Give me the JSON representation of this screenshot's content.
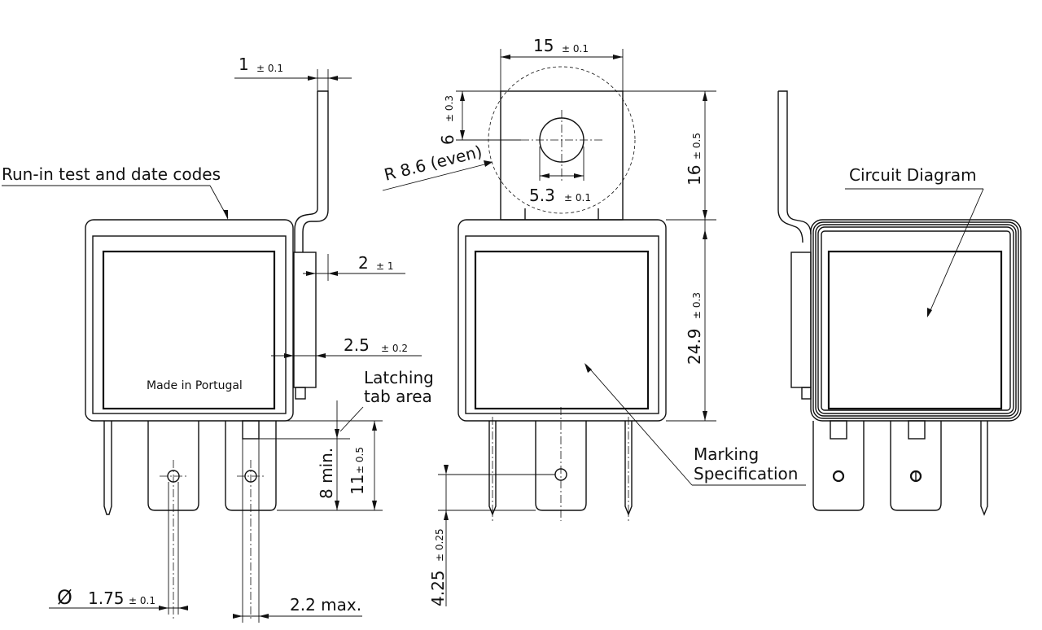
{
  "dimensions": {
    "tab_thickness": {
      "value": "1",
      "tol": "± 0.1"
    },
    "offset_2": {
      "value": "2",
      "tol": "± 1"
    },
    "offset_2_5": {
      "value": "2.5",
      "tol": "± 0.2"
    },
    "min_8": {
      "value": "8 min."
    },
    "pin_11": {
      "value": "11",
      "tol": "± 0.5"
    },
    "hole_dia": {
      "value": "1.75",
      "tol": "± 0.1"
    },
    "max_2_2": {
      "value": "2.2 max."
    },
    "width_15": {
      "value": "15",
      "tol": "± 0.1"
    },
    "hole_6": {
      "value": "6",
      "tol": "± 0.3"
    },
    "radius": {
      "value": "R 8.6 (even)"
    },
    "hole_5_3": {
      "value": "5.3",
      "tol": "± 0.1"
    },
    "height_16": {
      "value": "16",
      "tol": "± 0.5"
    },
    "height_24_9": {
      "value": "24.9",
      "tol": "± 0.3"
    },
    "pin_4_25": {
      "value": "4.25",
      "tol": "± 0.25"
    }
  },
  "labels": {
    "runin": "Run-in test and date codes",
    "made_in": "Made in Portugal",
    "latching_1": "Latching",
    "latching_2": "tab area",
    "marking_1": "Marking",
    "marking_2": "Specification",
    "circuit": "Circuit Diagram",
    "diameter_symbol": "Ø"
  }
}
